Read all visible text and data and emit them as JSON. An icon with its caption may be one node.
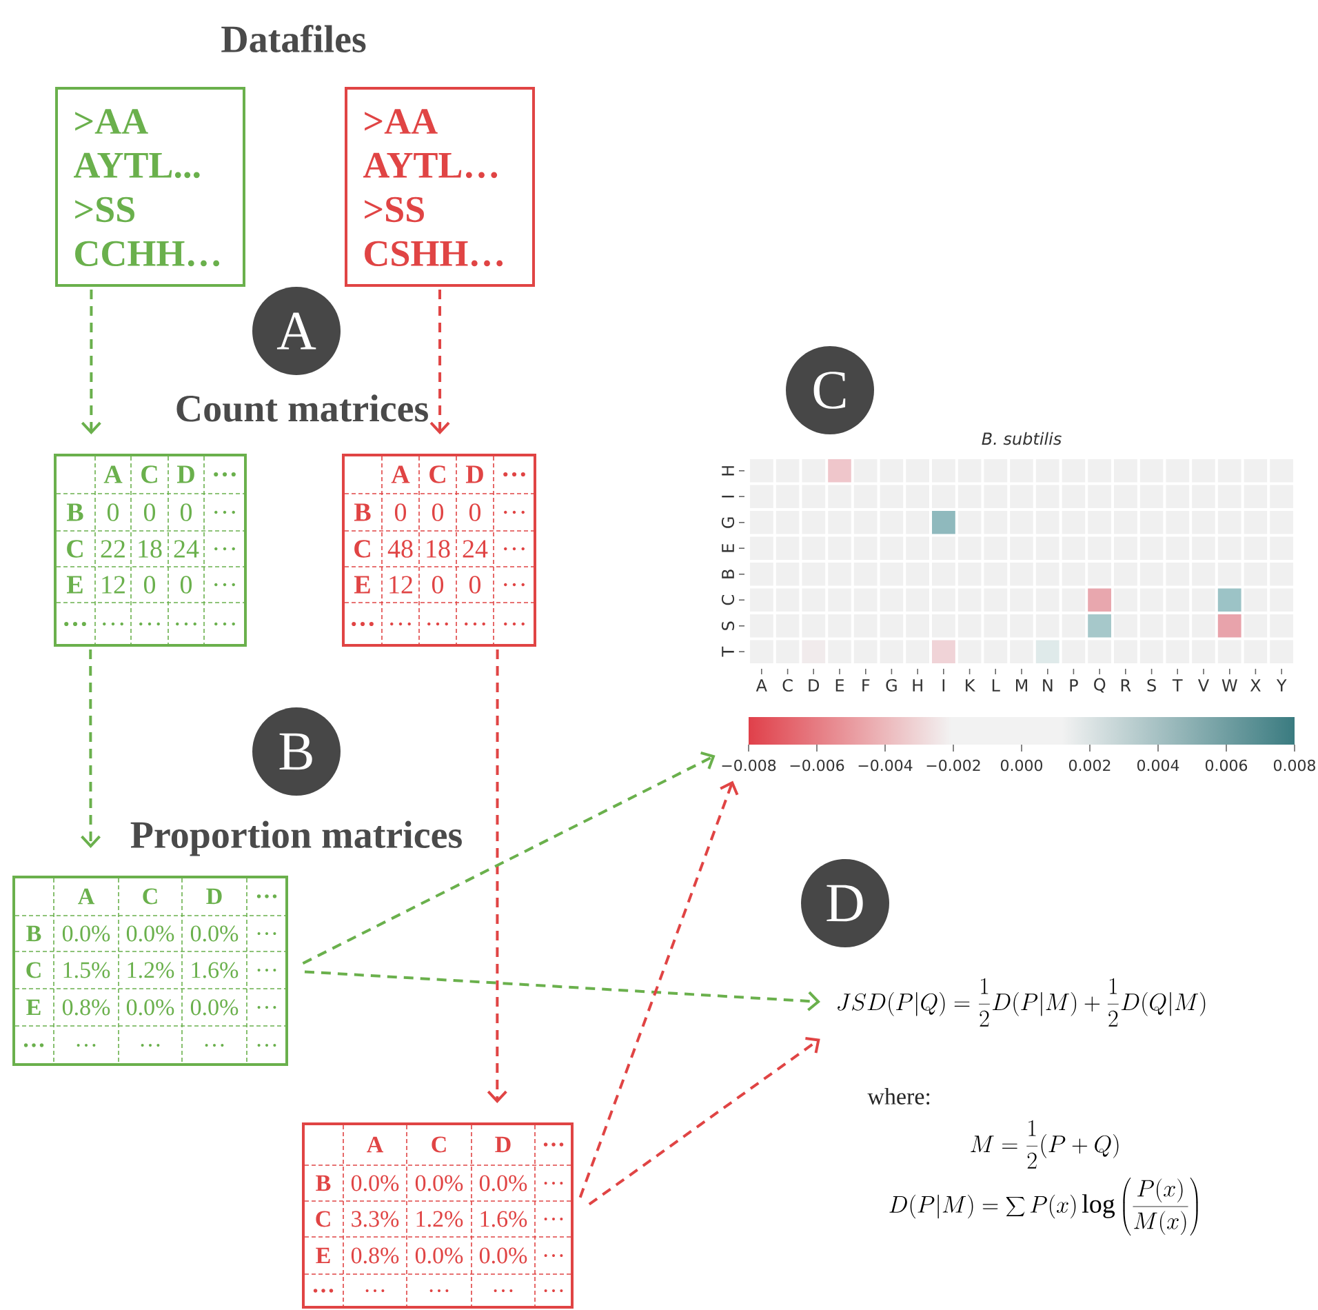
{
  "diagram": {
    "nodes": [
      {
        "text": [
          ">AA",
          "AYTL...",
          ">SS",
          "CCHH…"
        ]
      },
      {
        "text": [
          ">AA",
          "AYTL…",
          ">SS",
          "CSHH…"
        ]
      },
      {
        "text": [
          "A"
        ]
      },
      {
        "text": [
          "A",
          "C",
          "D",
          "…",
          "B",
          "0",
          "0",
          "0",
          "…",
          "C",
          "22",
          "18",
          "24",
          "…",
          "E",
          "12",
          "0",
          "0",
          "…",
          "…",
          "…",
          "…",
          "…",
          "…"
        ]
      },
      {
        "text": [
          "A",
          "C",
          "D",
          "…",
          "B",
          "0",
          "0",
          "0",
          "…",
          "C",
          "48",
          "18",
          "24",
          "…",
          "E",
          "12",
          "0",
          "0",
          "…",
          "…",
          "…",
          "…",
          "…",
          "…"
        ]
      },
      {
        "text": [
          "C"
        ]
      },
      {
        "text": [
          "B. subtilis",
          "H",
          "I",
          "G",
          "E",
          "B",
          "C",
          "S",
          "T",
          "A",
          "C",
          "D",
          "E",
          "F",
          "G",
          "H",
          "I",
          "K",
          "L",
          "M",
          "N",
          "P",
          "Q",
          "R",
          "S",
          "T",
          "V",
          "W",
          "X",
          "Y",
          "−0.008",
          "−0.006",
          "−0.004",
          "−0.002",
          "0.000",
          "0.002",
          "0.004",
          "0.006",
          "0.008"
        ]
      },
      {
        "text": [
          "B"
        ]
      },
      {
        "text": [
          "A",
          "C",
          "D",
          "…",
          "B",
          "0.0%",
          "0.0%",
          "0.0%",
          "…",
          "C",
          "1.5%",
          "1.2%",
          "1.6%",
          "…",
          "E",
          "0.8%",
          "0.0%",
          "0.0%",
          "…",
          "…",
          "…",
          "…",
          "…",
          "…"
        ]
      },
      {
        "text": [
          "D"
        ]
      },
      {
        "text": [
          "JSD(P|Q)=\\frac{1}{2}D(P|M)+\\frac{1}{2}D(Q|M)"
        ]
      },
      {
        "text": [
          "A",
          "C",
          "D",
          "…",
          "B",
          "0.0%",
          "0.0%",
          "0.0%",
          "…",
          "C",
          "3.3%",
          "1.2%",
          "1.6%",
          "…",
          "E",
          "0.8%",
          "0.0%",
          "0.0%",
          "…",
          "…",
          "…",
          "…",
          "…",
          "…"
        ]
      }
    ],
    "edges": [
      {
        "from": 0,
        "to": 3,
        "arrow": "to",
        "style": "dashed",
        "color": "#6ab04c"
      },
      {
        "from": 1,
        "to": 4,
        "arrow": "to",
        "style": "dashed",
        "color": "#e04444"
      },
      {
        "from": 3,
        "to": 8,
        "arrow": "to",
        "style": "dashed",
        "color": "#6ab04c"
      },
      {
        "from": 4,
        "to": 11,
        "arrow": "to",
        "style": "dashed",
        "color": "#e04444"
      },
      {
        "from": 8,
        "to": 6,
        "arrow": "to",
        "style": "dashed",
        "color": "#6ab04c"
      },
      {
        "from": 8,
        "to": 10,
        "arrow": "to",
        "style": "dashed",
        "color": "#6ab04c"
      },
      {
        "from": 11,
        "to": 6,
        "arrow": "to",
        "style": "dashed",
        "color": "#e04444"
      },
      {
        "from": 11,
        "to": 10,
        "arrow": "to",
        "style": "dashed",
        "color": "#e04444"
      }
    ],
    "labels": [
      "Datafiles",
      "Count matrices",
      "Proportion matrices",
      "where:",
      "M=\\frac{1}{2}(P+Q)",
      "D(P|M)=\\sum P(x)\\log\\left(\\frac{P(x)}{M(x)}\\right)"
    ]
  }
}
